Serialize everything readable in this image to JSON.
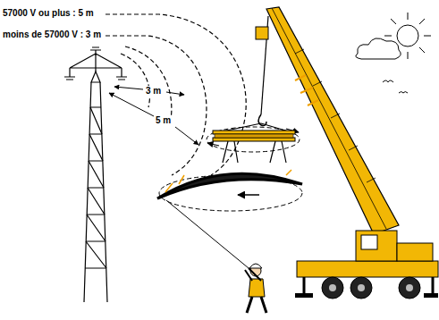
{
  "diagram": {
    "labels": [
      "57000 V ou plus : 5 m",
      "moins de 57000 V : 3 m",
      "3 m",
      "5 m"
    ]
  }
}
